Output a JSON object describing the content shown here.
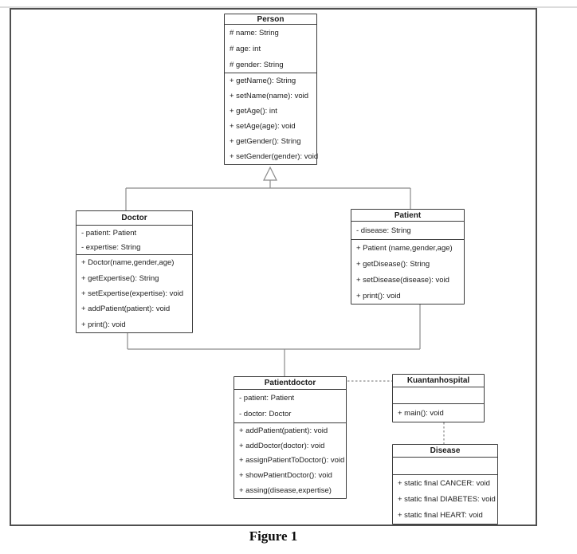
{
  "page": {
    "caption": "Figure 1"
  },
  "colors": {
    "box_border": "#3c3c3c",
    "connector": "#8a8a8a",
    "background": "#ffffff",
    "text": "#1c1c1c"
  },
  "classes": {
    "person": {
      "name": "Person",
      "attributes": [
        "# name: String",
        "# age: int",
        "# gender: String"
      ],
      "methods": [
        "+ getName(): String",
        "+ setName(name): void",
        "+ getAge(): int",
        "+ setAge(age): void",
        "+ getGender(): String",
        "+ setGender(gender): void"
      ]
    },
    "doctor": {
      "name": "Doctor",
      "attributes": [
        "- patient: Patient",
        "- expertise: String"
      ],
      "methods": [
        "+ Doctor(name,gender,age)",
        "+ getExpertise(): String",
        "+ setExpertise(expertise): void",
        "+ addPatient(patient): void",
        "+ print(): void"
      ]
    },
    "patient": {
      "name": "Patient",
      "attributes": [
        "- disease: String"
      ],
      "methods": [
        "+ Patient (name,gender,age)",
        "+ getDisease(): String",
        "+ setDisease(disease): void",
        "+ print(): void"
      ]
    },
    "patientdoctor": {
      "name": "Patientdoctor",
      "attributes": [
        "- patient: Patient",
        "- doctor: Doctor"
      ],
      "methods": [
        "+ addPatient(patient): void",
        "+ addDoctor(doctor): void",
        "+ assignPatientToDoctor(): void",
        "+ showPatientDoctor(): void",
        "+ assing(disease,expertise)"
      ]
    },
    "kuantanhospital": {
      "name": "Kuantanhospital",
      "attributes": [],
      "methods": [
        "+ main(): void"
      ]
    },
    "disease": {
      "name": "Disease",
      "attributes": [],
      "methods": [
        "+ static final CANCER: void",
        "+ static final DIABETES: void",
        "+ static final HEART: void"
      ]
    }
  },
  "relationships": [
    {
      "type": "generalization",
      "from": "Doctor",
      "to": "Person"
    },
    {
      "type": "generalization",
      "from": "Patient",
      "to": "Person"
    },
    {
      "type": "association",
      "from": "Doctor",
      "to": "Patient",
      "joins": "Patientdoctor"
    },
    {
      "type": "dashed-dependency",
      "from": "Patientdoctor",
      "to": "Kuantanhospital"
    },
    {
      "type": "dashed-dependency",
      "from": "Kuantanhospital",
      "to": "Disease"
    }
  ]
}
